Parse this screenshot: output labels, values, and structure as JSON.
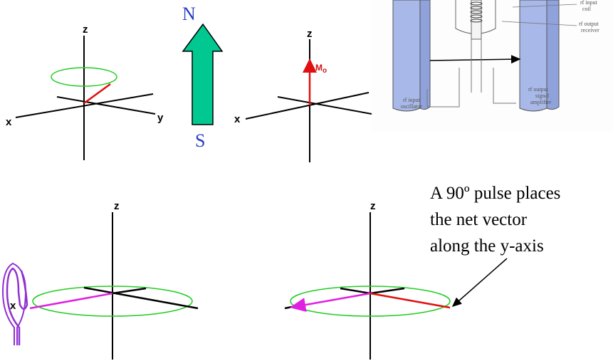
{
  "axes": {
    "x_label": "x",
    "y_label": "y",
    "z_label": "z"
  },
  "magnet": {
    "north_label": "N",
    "south_label": "S",
    "arrow_color": "#00c890"
  },
  "net_magnetization": {
    "label_main": "M",
    "label_sub": "o",
    "color": "#e01010"
  },
  "apparatus": {
    "labels": {
      "rf_input_coil": "rf input coil",
      "rf_output_receiver": "rf output receiver",
      "rf_input_oscillator": "rf input oscillator",
      "rf_output_signal_amplifier": "rf output signal amplifier"
    },
    "pole_color": "#a8b8e8"
  },
  "pulse": {
    "caption_lines": [
      "A 90º pulse places",
      "the net vector",
      "along the y-axis"
    ],
    "coil_label": "x"
  },
  "colors": {
    "precession_cone": "#22cc22",
    "vector_before_pulse": "#e020e0",
    "vector_after_pulse": "#e01010",
    "coil_outline": "#9030d0"
  }
}
